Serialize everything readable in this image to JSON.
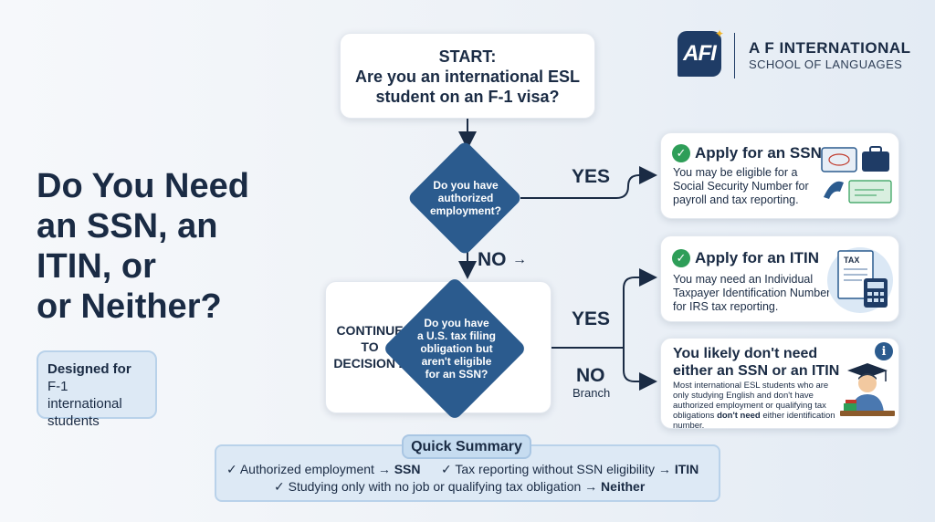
{
  "logo": {
    "mark": "AFI",
    "name": "A F INTERNATIONAL",
    "subtitle": "SCHOOL OF LANGUAGES"
  },
  "title": {
    "line1": "Do You Need",
    "line2": "an SSN, an",
    "line3": "ITIN, or",
    "line4": "or Neither?"
  },
  "designed_for": {
    "line1": "Designed for",
    "line2": "F-1 international",
    "line3": "students"
  },
  "start": {
    "line1": "START:",
    "line2": "Are you an international ESL",
    "line3": "student on an F-1 visa?"
  },
  "decision1": {
    "line1": "Do you have",
    "line2": "authorized",
    "line3": "employment?"
  },
  "decision2": {
    "line1": "Do you have",
    "line2": "a U.S. tax filing",
    "line3": "obligation but",
    "line4": "aren't eligible",
    "line5": "for an SSN?"
  },
  "continue_label": {
    "line1": "CONTINUE",
    "line2": "TO",
    "line3": "DECISION 2"
  },
  "branches": {
    "yes1": "YES",
    "no1": "NO",
    "no1_arrow": "→",
    "yes2": "YES",
    "no2": "NO",
    "no2_sub": "Branch"
  },
  "results": {
    "ssn": {
      "title": "Apply for an SSN",
      "body": "You may be eligible for a Social Security Number for payroll and tax reporting."
    },
    "itin": {
      "title": "Apply for an ITIN",
      "body": "You may need an Individual Taxpayer Identification Number for IRS tax reporting."
    },
    "neither": {
      "title": "You likely don't need either an SSN or an ITIN",
      "body": "Most international ESL students who are only studying English and don't have authorized employment or qualifying tax obligations",
      "body_bold": "don't need",
      "body_end": "either identification number."
    }
  },
  "summary": {
    "title": "Quick Summary",
    "item1_text": "✓ Authorized employment →",
    "item1_result": "SSN",
    "item2_text": "✓ Tax reporting without SSN eligibility →",
    "item2_result": "ITIN",
    "item3_text": "✓ Studying only with no job or qualifying tax obligation →",
    "item3_result": "Neither"
  },
  "icons": {
    "check": "✓",
    "info": "i",
    "tax_label": "TAX"
  },
  "colors": {
    "navy": "#1a2b44",
    "diamond": "#2b5b8e",
    "check_green": "#2e9e58",
    "summary_bg": "#dde9f5",
    "logo_star": "#f0b429"
  }
}
